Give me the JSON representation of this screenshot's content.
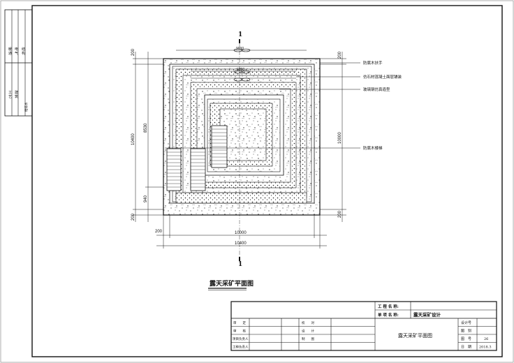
{
  "drawing": {
    "title": "露天采矿平面图",
    "section_mark_top": "1",
    "section_mark_bottom": "1",
    "annotations": [
      "防腐木扶手",
      "仿石材混凝土面层铺装",
      "玻璃钢仿真造型",
      "防腐木楼梯"
    ],
    "dims": {
      "top_inner": "9000",
      "top_inner2": "6000",
      "left_200_top": "200",
      "left_8530": "8530",
      "left_10400": "10400",
      "left_940": "940",
      "left_200_bottom": "200",
      "right_200_top": "200",
      "right_10000": "10000",
      "right_200_bottom": "200",
      "bottom_200": "200",
      "bottom_10000": "10000",
      "bottom_10400": "10400"
    }
  },
  "side_strip": {
    "top_text": [
      "暖",
      "通",
      "电",
      "气",
      "结",
      "构"
    ],
    "bottom_text": [
      "工",
      "艺",
      "建",
      "筑",
      "给排水"
    ]
  },
  "title_block": {
    "project_label": "工 程 名 称:",
    "item_label": "单 项 名 称:",
    "item_value": "露天采矿设计",
    "drawing_name": "露天采矿平面图",
    "left_rows": [
      "审　　定",
      "审　　核",
      "项目负责人",
      "工种负责人"
    ],
    "mid_rows": [
      "校　　对",
      "设　　计",
      "制　　图",
      ""
    ],
    "right_labels": [
      "设计号",
      "图　别",
      "图　号",
      "日　期"
    ],
    "right_values": [
      "",
      "",
      "26",
      "2018.3"
    ]
  },
  "colors": {
    "line": "#111111",
    "fill": "#ffffff"
  }
}
